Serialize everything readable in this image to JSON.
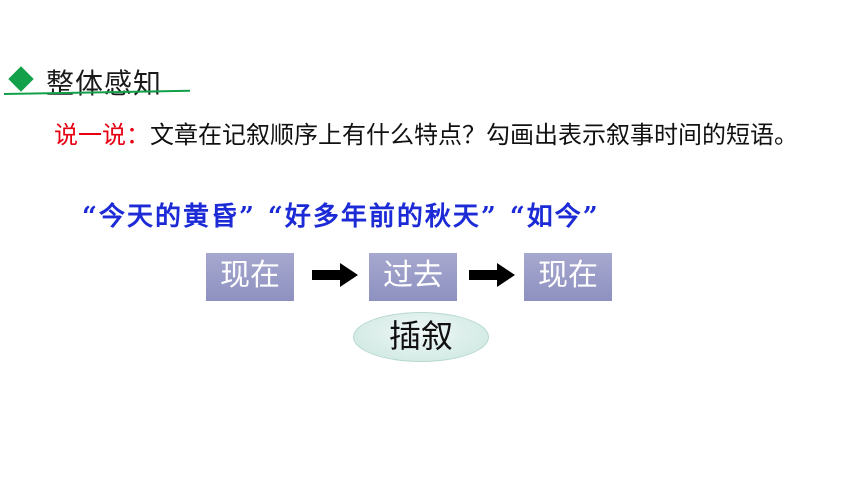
{
  "section_heading": "整体感知",
  "prompt": {
    "label": "说一说：",
    "text": "文章在记叙顺序上有什么特点？勾画出表示叙事时间的短语。"
  },
  "phrases": [
    "“今天的黄昏”",
    "“好多年前的秋天”",
    "“如今”"
  ],
  "flow": {
    "steps": [
      "现在",
      "过去",
      "现在"
    ],
    "result": "插叙"
  },
  "colors": {
    "accent_green": "#13a04a",
    "label_red": "#e60012",
    "phrase_blue": "#1c2bd6",
    "box_fill": "#9a9cc8",
    "ellipse_fill": "#d5ebe6"
  },
  "icons": [
    "diamond-icon",
    "right-arrow-icon"
  ]
}
